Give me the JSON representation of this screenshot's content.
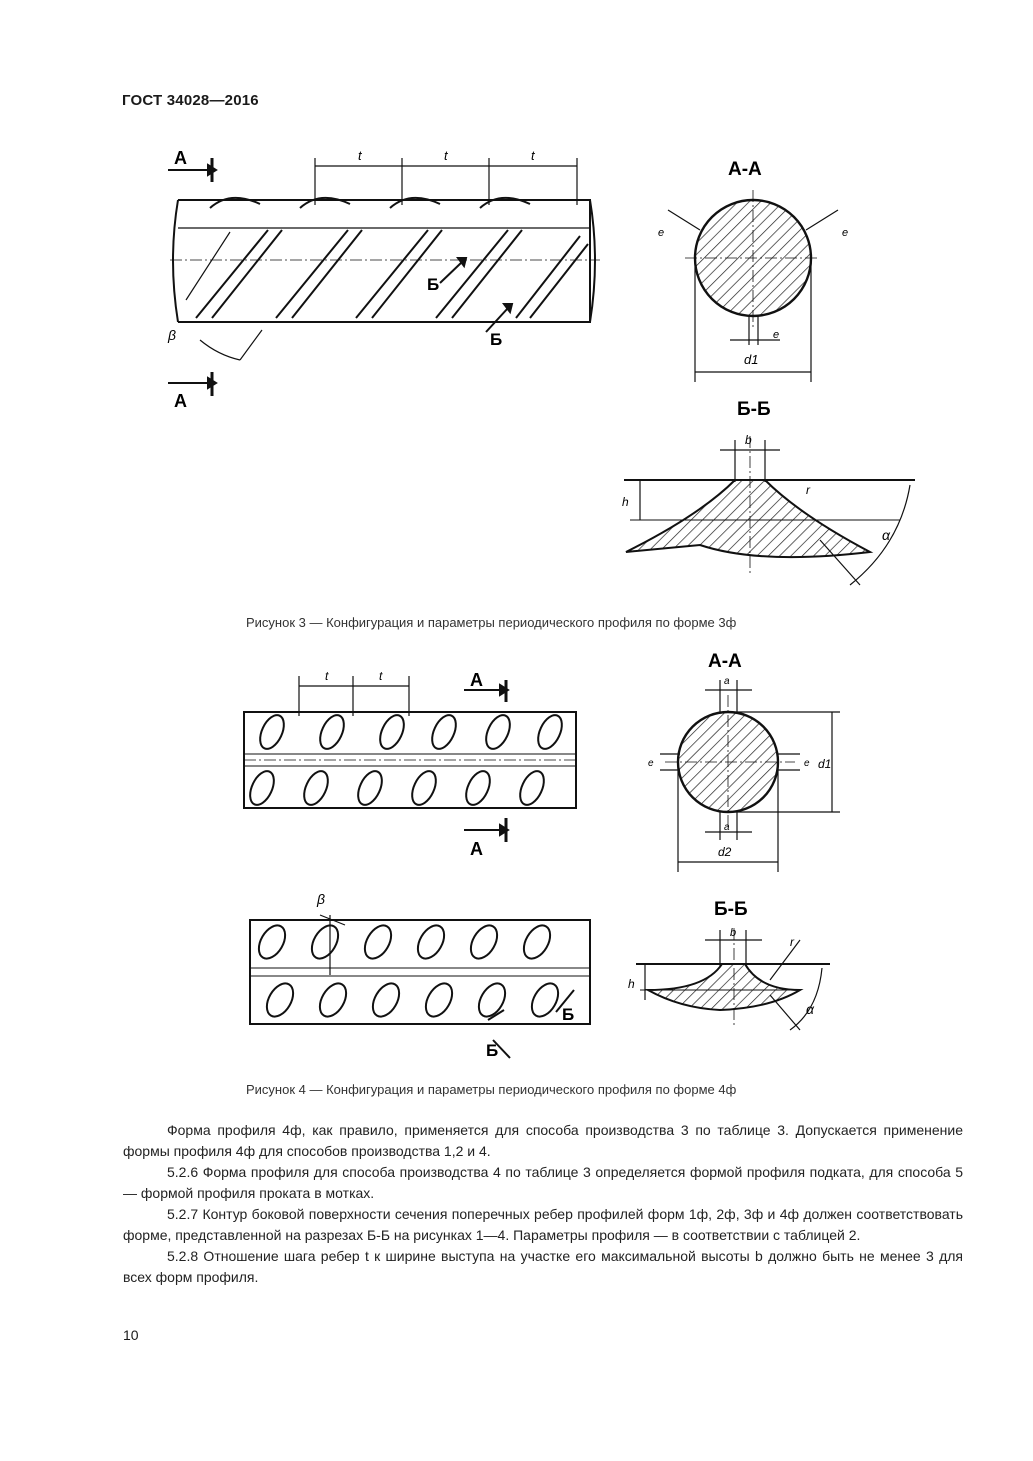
{
  "header": {
    "standard": "ГОСТ 34028—2016"
  },
  "figure3": {
    "caption": "Рисунок 3 — Конфигурация и параметры периодического профиля по форме 3ф",
    "section_aa": "А-А",
    "section_bb": "Б-Б",
    "label_a": "А",
    "label_b": "Б",
    "label_t": "t",
    "label_beta": "β",
    "label_e": "e",
    "label_d1": "d1",
    "label_b_small": "b",
    "label_h": "h",
    "label_r": "r",
    "label_alpha": "α"
  },
  "figure4": {
    "caption": "Рисунок 4 — Конфигурация и параметры периодического профиля по форме 4ф",
    "section_aa": "А-А",
    "section_bb": "Б-Б",
    "label_a": "А",
    "label_b": "Б",
    "label_t": "t",
    "label_beta": "β",
    "label_e": "e",
    "label_a_small": "a",
    "label_d1": "d1",
    "label_d2": "d2",
    "label_b_small": "b",
    "label_h": "h",
    "label_r": "r",
    "label_alpha": "α"
  },
  "body": {
    "paragraphs": [
      "Форма профиля 4ф, как правило, применяется для способа производства 3 по таблице 3. Допускается применение формы профиля 4ф для способов производства 1,2 и 4.",
      "5.2.6 Форма профиля для способа производства 4 по таблице 3 определяется формой профиля подката, для способа 5 — формой профиля проката в мотках.",
      "5.2.7 Контур боковой поверхности сечения поперечных ребер профилей форм 1ф, 2ф, 3ф и 4ф должен соответствовать форме, представленной на разрезах Б-Б на рисунках 1—4. Параметры профиля — в соответствии с таблицей 2.",
      "5.2.8 Отношение шага ребер t к ширине выступа на участке его максимальной высоты b должно быть не менее 3 для всех форм профиля."
    ]
  },
  "page_number": "10"
}
